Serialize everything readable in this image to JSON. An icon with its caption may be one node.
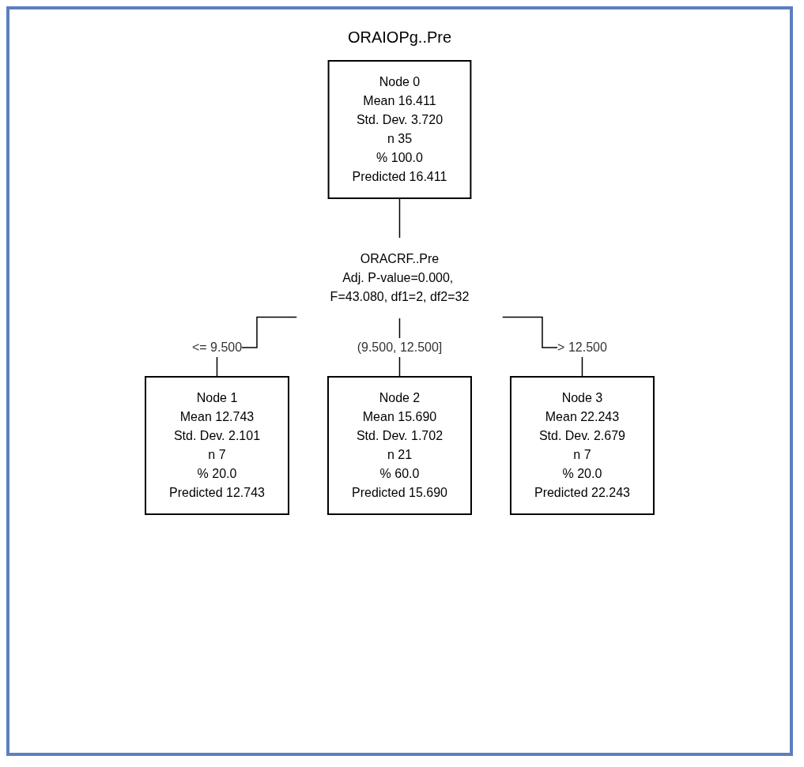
{
  "diagram": {
    "title": "ORAIOPg..Pre",
    "nodes": [
      {
        "text": [
          "Node 0",
          "Mean 16.411",
          "Std. Dev. 3.720",
          "n 35",
          "% 100.0",
          "Predicted 16.411"
        ]
      },
      {
        "text": [
          "ORACRF..Pre",
          "Adj. P-value=0.000, F=43.080, df1=2, df2=32"
        ]
      },
      {
        "text": [
          "Node 1",
          "Mean 12.743",
          "Std. Dev. 2.101",
          "n 7",
          "% 20.0",
          "Predicted 12.743"
        ]
      },
      {
        "text": [
          "Node 2",
          "Mean 15.690",
          "Std. Dev. 1.702",
          "n 21",
          "% 60.0",
          "Predicted 15.690"
        ]
      },
      {
        "text": [
          "Node 3",
          "Mean 22.243",
          "Std. Dev. 2.679",
          "n 7",
          "% 20.0",
          "Predicted 22.243"
        ]
      }
    ],
    "edges": [
      {
        "from": 0,
        "to": 1,
        "arrow": "none"
      },
      {
        "from": 1,
        "to": 2,
        "arrow": "none",
        "label": "<= 9.500"
      },
      {
        "from": 1,
        "to": 3,
        "arrow": "none",
        "label": "(9.500, 12.500]"
      },
      {
        "from": 1,
        "to": 4,
        "arrow": "none",
        "label": "> 12.500"
      }
    ]
  }
}
